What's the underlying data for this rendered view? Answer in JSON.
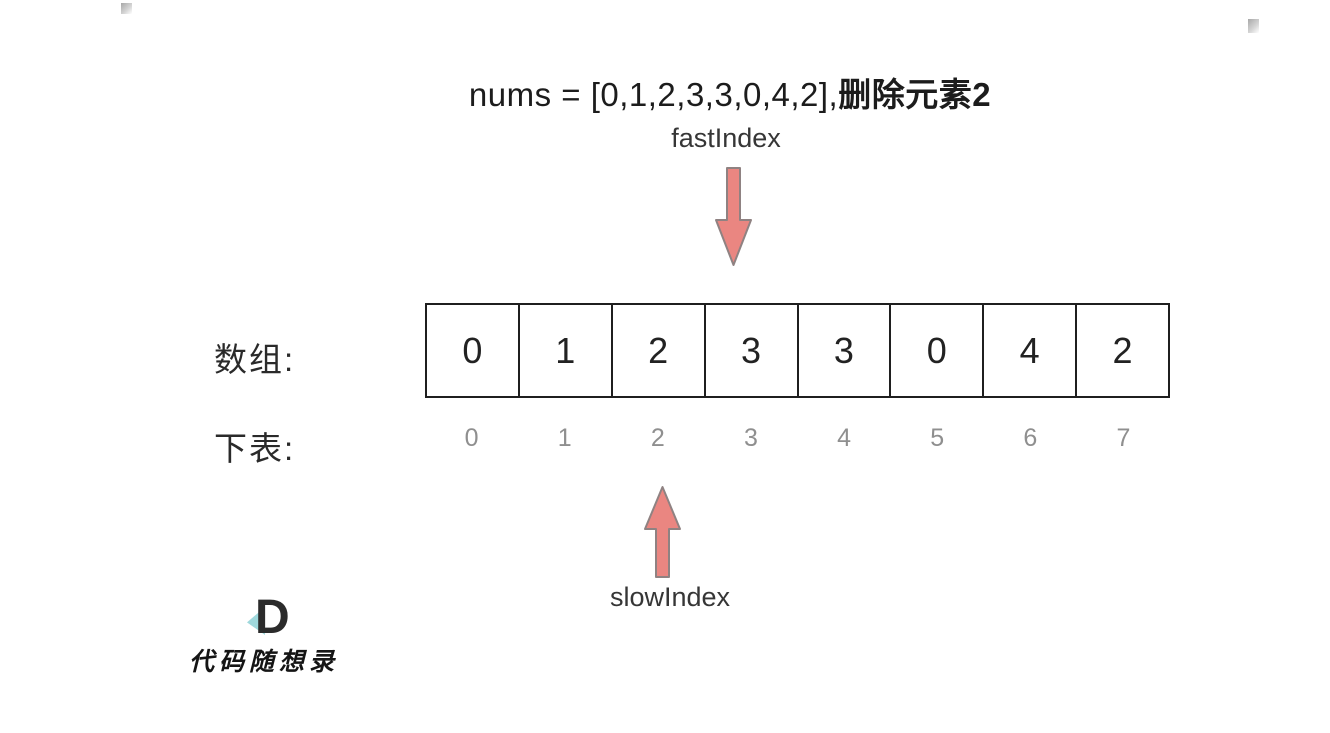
{
  "title": {
    "prefix": "nums = [0,1,2,3,3,0,4,2],",
    "emphasis": "删除元素2"
  },
  "pointers": {
    "fast_label": "fastIndex",
    "slow_label": "slowIndex"
  },
  "array": {
    "label": "数组:",
    "values": [
      "0",
      "1",
      "2",
      "3",
      "3",
      "0",
      "4",
      "2"
    ]
  },
  "indices": {
    "label": "下表:",
    "values": [
      "0",
      "1",
      "2",
      "3",
      "4",
      "5",
      "6",
      "7"
    ]
  },
  "logo": {
    "letter": "D",
    "text": "代码随想录"
  },
  "colors": {
    "arrow_fill": "#ea8681",
    "arrow_stroke": "#8f8282",
    "box_border": "#1f1f1f",
    "index_gray": "#8f8f8f",
    "logo_teal": "#9fd8dc",
    "background": "#ffffff"
  }
}
